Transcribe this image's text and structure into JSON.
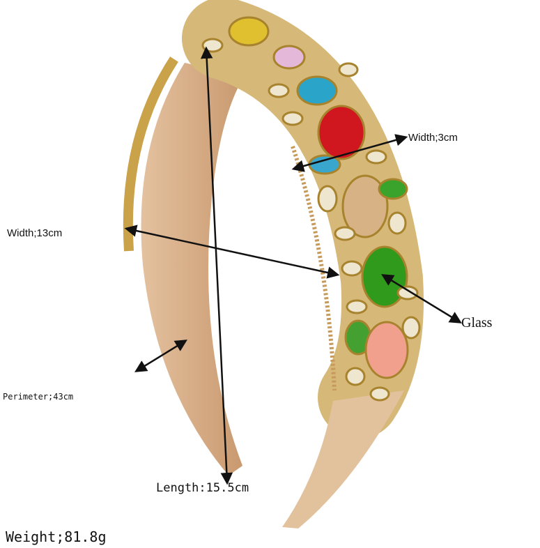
{
  "annotations": {
    "width_band": "Width;3cm",
    "width_inner": "Width;13cm",
    "material": "Glass",
    "perimeter": "Perimeter;43cm",
    "length": "Length:15.5cm",
    "weight": "Weight;81.8g"
  },
  "colors": {
    "lining": "#d9b08c",
    "gold": "#c9a24a",
    "arrow": "#111111"
  }
}
